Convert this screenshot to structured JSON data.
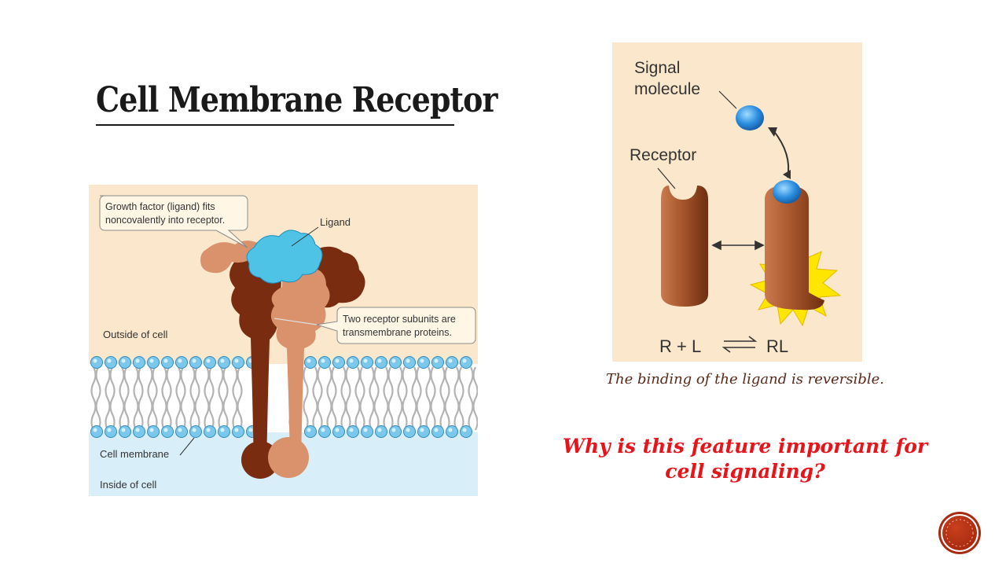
{
  "slide": {
    "title": "Cell Membrane Receptor",
    "caption": "The binding of the ligand is reversible.",
    "question": "Why is this feature important for cell signaling?"
  },
  "left_figure": {
    "callout_top": [
      "Growth factor (ligand) fits",
      "noncovalently into receptor."
    ],
    "ligand_label": "Ligand",
    "callout_subunits": [
      "Two receptor subunits are",
      "transmembrane proteins."
    ],
    "outside_label": "Outside of cell",
    "membrane_label": "Cell membrane",
    "inside_label": "Inside of cell"
  },
  "right_figure": {
    "signal_label": [
      "Signal",
      "molecule"
    ],
    "receptor_label": "Receptor",
    "equation_left": "R + L",
    "equation_right": "RL"
  },
  "colors": {
    "accent": "#e8141a",
    "outside_bg": "#fbe8cc",
    "inside_bg": "#d8eef9",
    "receptor_dark": "#7a2c10",
    "receptor_light": "#d9926c",
    "ligand": "#4fc3e6"
  },
  "icons": {
    "nav": "circle-dot-icon"
  }
}
